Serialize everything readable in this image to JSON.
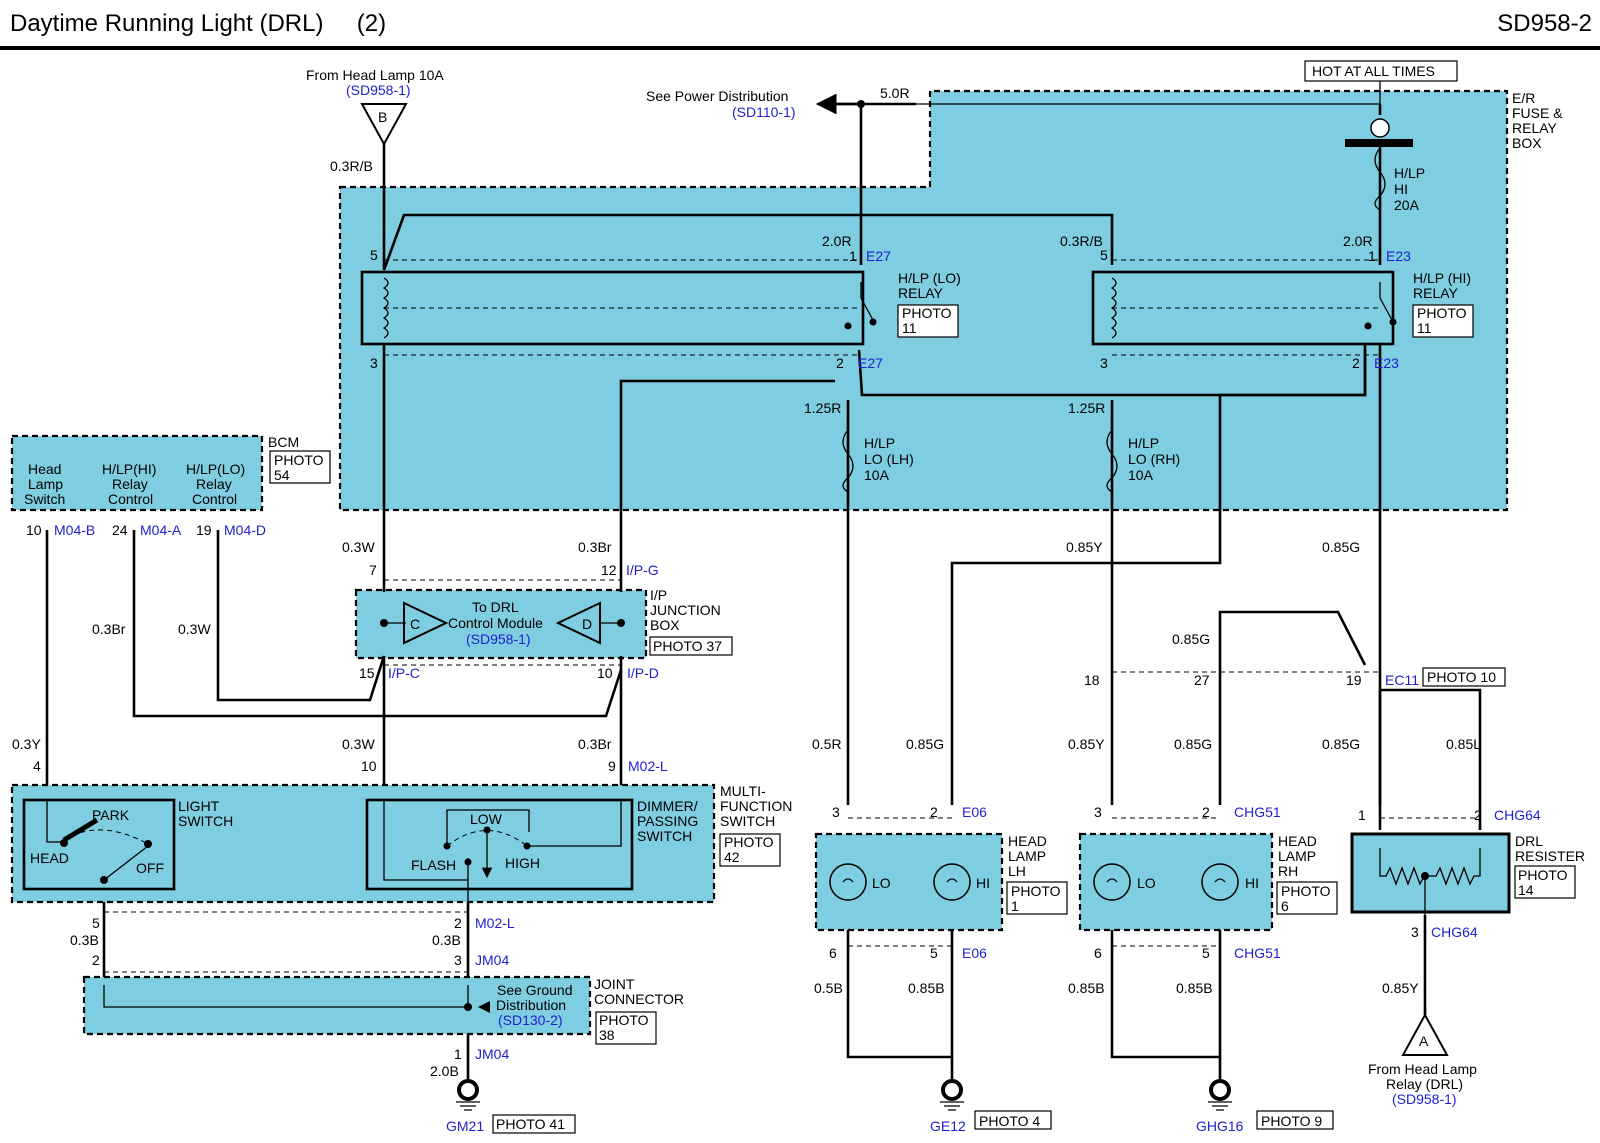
{
  "header": {
    "title": "Daytime Running Light (DRL)     (2)",
    "code": "SD958-2"
  },
  "labels": {
    "from_head_lamp_10a": "From Head Lamp 10A",
    "sd958_1_top": "(SD958-1)",
    "conn_b": "B",
    "see_power_distribution": "See Power Distribution",
    "sd110_1": "(SD110-1)",
    "w_5_0r": "5.0R",
    "hot_at_all_times": "HOT AT ALL TIMES",
    "er_box": [
      "E/R",
      "FUSE &",
      "RELAY",
      "BOX"
    ],
    "w_0_3rb_left": "0.3R/B",
    "hlp_hi_fuse": [
      "H/LP",
      "HI",
      "20A"
    ],
    "pin5_lo": "5",
    "w_2_0r_lo": "2.0R",
    "pin1_lo": "1",
    "e27_top": "E27",
    "pin5_hi": "5",
    "w_0_3rb_hi": "0.3R/B",
    "w_2_0r_hi": "2.0R",
    "pin1_hi": "1",
    "e23_top": "E23",
    "lo_relay": [
      "H/LP (LO)",
      "RELAY"
    ],
    "lo_relay_photo": [
      "PHOTO",
      "11"
    ],
    "hi_relay": [
      "H/LP (HI)",
      "RELAY"
    ],
    "hi_relay_photo": [
      "PHOTO",
      "11"
    ],
    "pin3_lo": "3",
    "pin2_lo": "2",
    "e27_bottom": "E27",
    "pin3_hi": "3",
    "pin2_hi": "2",
    "e23_bottom": "E23",
    "w_1_25r_lh": "1.25R",
    "w_1_25r_rh": "1.25R",
    "fuse_lo_lh": [
      "H/LP",
      "LO (LH)",
      "10A"
    ],
    "fuse_lo_rh": [
      "H/LP",
      "LO (RH)",
      "10A"
    ],
    "bcm": "BCM",
    "bcm_photo": [
      "PHOTO",
      "54"
    ],
    "bcm_head_lamp_switch": [
      "Head",
      "Lamp",
      "Switch"
    ],
    "bcm_hi_relay": [
      "H/LP(HI)",
      "Relay",
      "Control"
    ],
    "bcm_lo_relay": [
      "H/LP(LO)",
      "Relay",
      "Control"
    ],
    "bcm_p10": "10",
    "bcm_m04b": "M04-B",
    "bcm_p24": "24",
    "bcm_m04a": "M04-A",
    "bcm_p19": "19",
    "bcm_m04d": "M04-D",
    "w_0_3w_a": "0.3W",
    "w_0_3br_a": "0.3Br",
    "jb_p7": "7",
    "jb_p12": "12",
    "jb_ipg": "I/P-G",
    "jb_to_drl": [
      "To DRL",
      "Control Module"
    ],
    "jb_sd958": "(SD958-1)",
    "jb_c": "C",
    "jb_d": "D",
    "jb_name": [
      "I/P",
      "JUNCTION",
      "BOX"
    ],
    "jb_photo": "PHOTO 37",
    "jb_p15": "15",
    "jb_ipc": "I/P-C",
    "jb_p10": "10",
    "jb_ipd": "I/P-D",
    "w_0_3br_b": "0.3Br",
    "w_0_3w_b": "0.3W",
    "w_0_3y": "0.3Y",
    "mfs_p4": "4",
    "w_0_3w_c": "0.3W",
    "mfs_p10": "10",
    "w_0_3br_c": "0.3Br",
    "mfs_p9": "9",
    "mfs_m02l_top": "M02-L",
    "mfs_name": [
      "MULTI-",
      "FUNCTION",
      "SWITCH"
    ],
    "mfs_photo": [
      "PHOTO",
      "42"
    ],
    "light_switch": [
      "LIGHT",
      "SWITCH"
    ],
    "park": "PARK",
    "head": "HEAD",
    "off": "OFF",
    "dimmer": [
      "DIMMER/",
      "PASSING",
      "SWITCH"
    ],
    "low": "LOW",
    "flash": "FLASH",
    "high": "HIGH",
    "mfs_p5": "5",
    "w_0_3b_a": "0.3B",
    "mfs_p2": "2",
    "mfs_m02l_bot": "M02-L",
    "w_0_3b_b": "0.3B",
    "jc_p2": "2",
    "jc_p3": "3",
    "jc_jm04_top": "JM04",
    "see_ground": [
      "See Ground",
      "Distribution"
    ],
    "sd130_2": "(SD130-2)",
    "joint_connector": [
      "JOINT",
      "CONNECTOR"
    ],
    "jc_photo": [
      "PHOTO",
      "38"
    ],
    "jc_p1": "1",
    "jc_jm04_bot": "JM04",
    "w_2_0b": "2.0B",
    "gm21": "GM21",
    "gm21_photo": "PHOTO 41",
    "w_0_85y_top": "0.85Y",
    "w_0_85g_top": "0.85G",
    "w_0_85g_ec": "0.85G",
    "ec_p18": "18",
    "ec_p27": "27",
    "ec_p19": "19",
    "ec11": "EC11",
    "ec_photo": "PHOTO 10",
    "w_0_5r": "0.5R",
    "w_0_85g_a": "0.85G",
    "w_0_85y_b": "0.85Y",
    "w_0_85g_b": "0.85G",
    "w_0_85g_c": "0.85G",
    "w_0_85l": "0.85L",
    "lh_p3": "3",
    "lh_p2": "2",
    "e06_top": "E06",
    "rh_p3": "3",
    "rh_p2": "2",
    "chg51_top": "CHG51",
    "dr_p1": "1",
    "dr_p2": "2",
    "chg64_top": "CHG64",
    "lo_lh": "LO",
    "hi_lh": "HI",
    "lo_rh": "LO",
    "hi_rh": "HI",
    "head_lamp_lh": [
      "HEAD",
      "LAMP",
      "LH"
    ],
    "lh_photo": [
      "PHOTO",
      "1"
    ],
    "head_lamp_rh": [
      "HEAD",
      "LAMP",
      "RH"
    ],
    "rh_photo": [
      "PHOTO",
      "6"
    ],
    "drl_resister": [
      "DRL",
      "RESISTER"
    ],
    "dr_photo": [
      "PHOTO",
      "14"
    ],
    "dr_p3": "3",
    "chg64_bot": "CHG64",
    "lh_p6": "6",
    "lh_p5": "5",
    "e06_bot": "E06",
    "rh_p6": "6",
    "rh_p5": "5",
    "chg51_bot": "CHG51",
    "w_0_5b": "0.5B",
    "w_0_85b_a": "0.85B",
    "w_0_85b_b": "0.85B",
    "w_0_85b_c": "0.85B",
    "w_0_85y_c": "0.85Y",
    "conn_a": "A",
    "from_head_lamp_relay": [
      "From Head Lamp",
      "Relay (DRL)"
    ],
    "sd958_1_bottom": "(SD958-1)",
    "ge12": "GE12",
    "ge12_photo": "PHOTO 4",
    "ghg16": "GHG16",
    "ghg16_photo": "PHOTO 9"
  },
  "colors": {
    "box_fill": "#7ecde0",
    "code_blue": "#1f1fd0"
  }
}
